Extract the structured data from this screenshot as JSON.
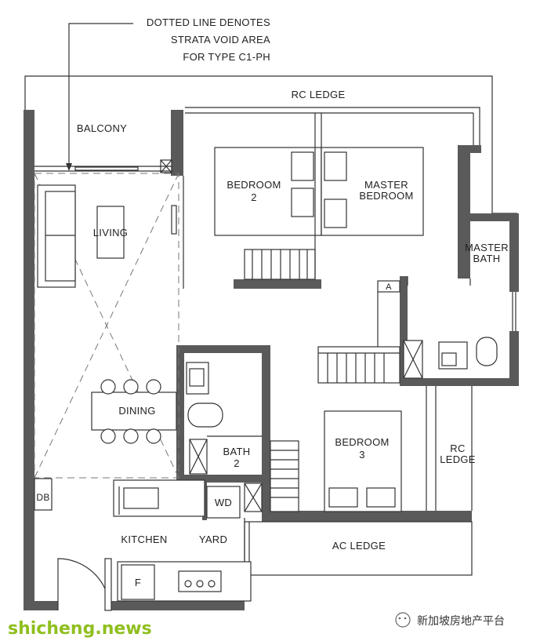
{
  "note": {
    "line1": "DOTTED LINE DENOTES",
    "line2": "STRATA VOID AREA",
    "line3": "FOR TYPE C1-PH"
  },
  "rooms": {
    "rc_ledge_top": "RC LEDGE",
    "balcony": "BALCONY",
    "bedroom2_l1": "BEDROOM",
    "bedroom2_l2": "2",
    "master_l1": "MASTER",
    "master_l2": "BEDROOM",
    "living": "LIVING",
    "master_bath_l1": "MASTER",
    "master_bath_l2": "BATH",
    "a_mark": "A",
    "dining": "DINING",
    "bath2_l1": "BATH",
    "bath2_l2": "2",
    "bedroom3_l1": "BEDROOM",
    "bedroom3_l2": "3",
    "rc_ledge_side_l1": "RC",
    "rc_ledge_side_l2": "LEDGE",
    "db": "DB",
    "wd": "WD",
    "kitchen": "KITCHEN",
    "yard": "YARD",
    "ac_ledge": "AC LEDGE",
    "fridge": "F"
  },
  "watermark": {
    "site": "shicheng.news",
    "account": "新加坡房地产平台"
  },
  "colors": {
    "wall": "#5a5a5a",
    "line": "#333333",
    "watermark_green": "#8fbf1f"
  }
}
